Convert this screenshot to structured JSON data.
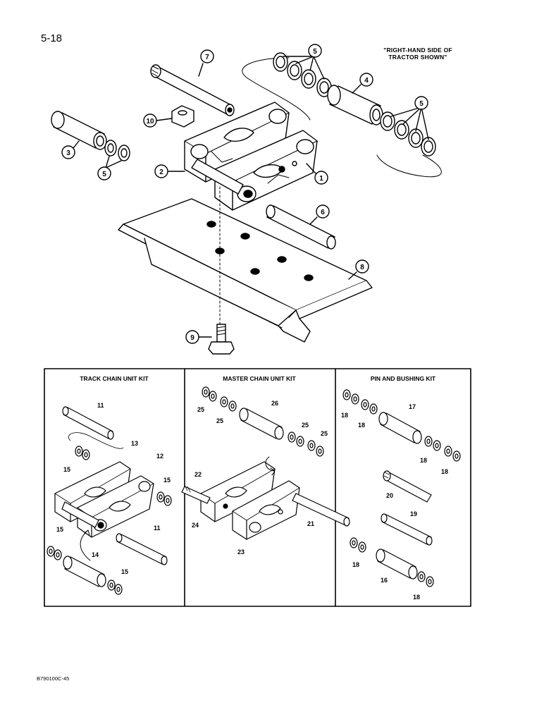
{
  "page": {
    "page_number": "5-18",
    "note": "\"RIGHT-HAND SIDE OF TRACTOR SHOWN\"",
    "code": "B790100C-45"
  },
  "callouts": [
    "1",
    "2",
    "3",
    "4",
    "5",
    "6",
    "7",
    "8",
    "9",
    "10"
  ],
  "kits": [
    {
      "title": "TRACK CHAIN UNIT KIT",
      "labels": [
        "11",
        "12",
        "13",
        "14",
        "15"
      ]
    },
    {
      "title": "MASTER CHAIN UNIT KIT",
      "labels": [
        "21",
        "22",
        "23",
        "24",
        "25",
        "26"
      ]
    },
    {
      "title": "PIN AND BUSHING KIT",
      "labels": [
        "16",
        "17",
        "18",
        "19",
        "20"
      ]
    }
  ],
  "colors": {
    "ink": "#000000",
    "paper": "#ffffff"
  }
}
